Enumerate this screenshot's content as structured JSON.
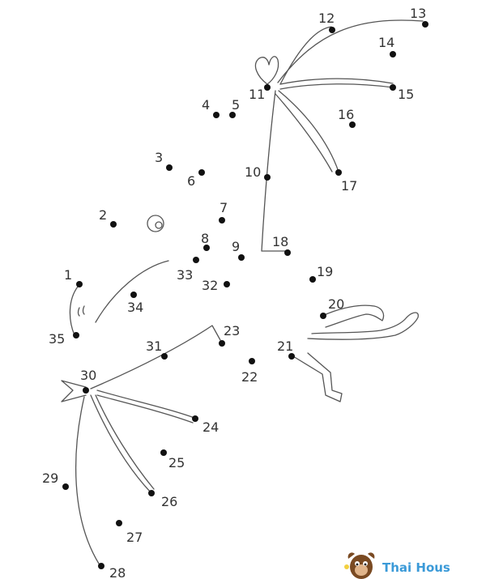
{
  "worksheet": {
    "numbers": [
      "1",
      "2",
      "3",
      "4",
      "5",
      "6",
      "7",
      "8",
      "9",
      "10",
      "11",
      "12",
      "13",
      "14",
      "15",
      "16",
      "17",
      "18",
      "19",
      "20",
      "21",
      "22",
      "23",
      "24",
      "25",
      "26",
      "27",
      "28",
      "29",
      "30",
      "31",
      "32",
      "33",
      "34",
      "35"
    ]
  },
  "branding": {
    "logo_text": "Thai Hous",
    "mascot_icon": "cartoon-mascot-icon"
  },
  "colors": {
    "dot": "#111111",
    "line": "#555555",
    "label": "#333333",
    "logo": "#3b9ad8"
  }
}
